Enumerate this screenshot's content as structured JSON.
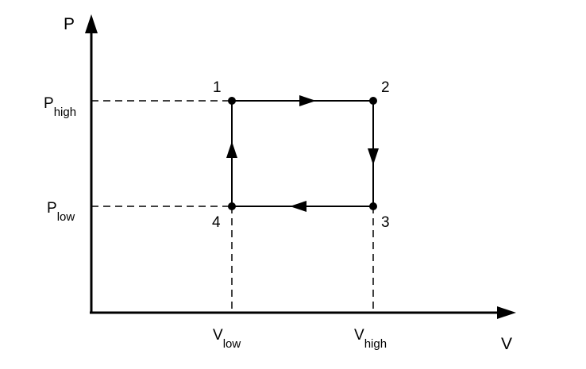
{
  "axes": {
    "y_label": "P",
    "x_label": "V"
  },
  "levels": {
    "p_high": {
      "main": "P",
      "sub": "high"
    },
    "p_low": {
      "main": "P",
      "sub": "low"
    },
    "v_low": {
      "main": "V",
      "sub": "low"
    },
    "v_high": {
      "main": "V",
      "sub": "high"
    }
  },
  "points": [
    {
      "label": "1"
    },
    {
      "label": "2"
    },
    {
      "label": "3"
    },
    {
      "label": "4"
    }
  ],
  "process_paths": [
    {
      "from": "1",
      "to": "2"
    },
    {
      "from": "2",
      "to": "3"
    },
    {
      "from": "3",
      "to": "4"
    },
    {
      "from": "4",
      "to": "1"
    }
  ],
  "colors": {
    "ink": "#000000",
    "background": "#ffffff"
  }
}
